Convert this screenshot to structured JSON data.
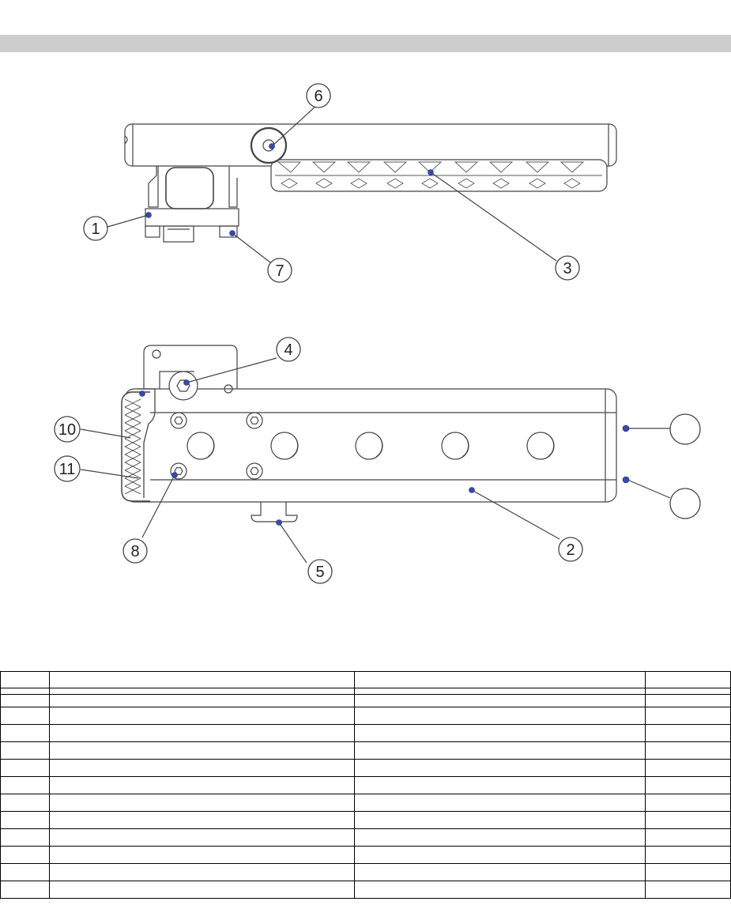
{
  "callouts": [
    {
      "id": "c1",
      "label": "1"
    },
    {
      "id": "c2",
      "label": "2"
    },
    {
      "id": "c3",
      "label": "3"
    },
    {
      "id": "c4",
      "label": "4"
    },
    {
      "id": "c5",
      "label": "5"
    },
    {
      "id": "c6",
      "label": "6"
    },
    {
      "id": "c7",
      "label": "7"
    },
    {
      "id": "c8",
      "label": "8"
    },
    {
      "id": "c10",
      "label": "10"
    },
    {
      "id": "c11",
      "label": "11"
    },
    {
      "id": "c12",
      "label": ""
    },
    {
      "id": "c13",
      "label": ""
    }
  ],
  "parts_table": {
    "headers": [
      "",
      "",
      "",
      ""
    ],
    "rows": [
      [
        "",
        "",
        "",
        ""
      ],
      [
        "",
        "",
        "",
        ""
      ],
      [
        "",
        "",
        "",
        ""
      ],
      [
        "",
        "",
        "",
        ""
      ],
      [
        "",
        "",
        "",
        ""
      ],
      [
        "",
        "",
        "",
        ""
      ],
      [
        "",
        "",
        "",
        ""
      ],
      [
        "",
        "",
        "",
        ""
      ],
      [
        "",
        "",
        "",
        ""
      ],
      [
        "",
        "",
        "",
        ""
      ],
      [
        "",
        "",
        "",
        ""
      ],
      [
        "",
        "",
        "",
        ""
      ],
      [
        "",
        "",
        "",
        ""
      ]
    ]
  },
  "colors": {
    "marker": "#3a4aa8",
    "line": "#444444",
    "header_bar": "#cdcdcd"
  }
}
